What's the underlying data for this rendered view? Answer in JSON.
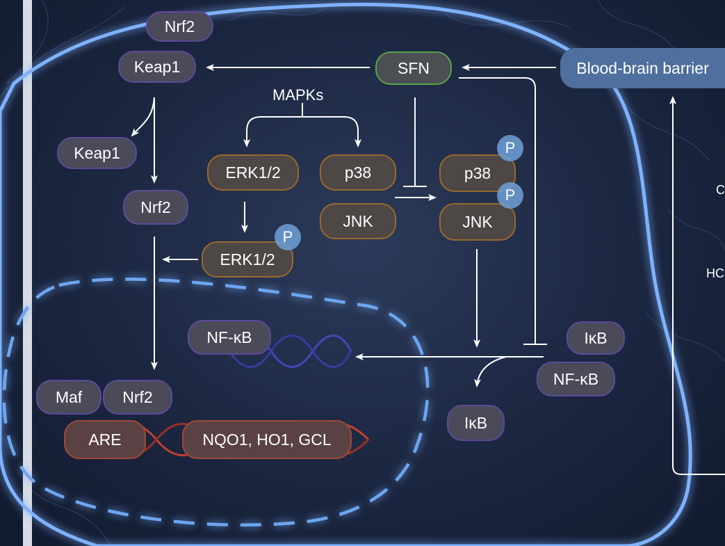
{
  "diagram": {
    "mapks_label": "MAPKs",
    "blood_brain_barrier": "Blood-brain barrier",
    "nodes": {
      "nrf2_top": "Nrf2",
      "keap1_top": "Keap1",
      "sfn": "SFN",
      "keap1_released": "Keap1",
      "nrf2_free": "Nrf2",
      "erk_upper": "ERK1/2",
      "p38_left": "p38",
      "p38_right": "p38",
      "jnk_left": "JNK",
      "jnk_right": "JNK",
      "erk_phospho": "ERK1/2",
      "nfkb_nucleus": "NF-κB",
      "ikb_right": "IκB",
      "nfkb_right": "NF-κB",
      "ikb_released": "IκB",
      "maf": "Maf",
      "nrf2_nucleus": "Nrf2",
      "are": "ARE",
      "genes": "NQO1, HO1, GCL"
    },
    "phospho_label": "P",
    "edge_fragments": {
      "top_right_partial": "C",
      "mid_right_partial": "HC"
    },
    "colors": {
      "cell_membrane": "#7fb2ff",
      "nucleus_membrane": "#6ea6f0",
      "node_fill": "#4a4a58",
      "purple_border": "#5d4a9a",
      "orange_border": "#9a6a2c",
      "green_border": "#58a448",
      "red_border": "#a2473a",
      "phospho": "#6ea0d7",
      "bbb_fill": "#4f6f9e"
    }
  }
}
